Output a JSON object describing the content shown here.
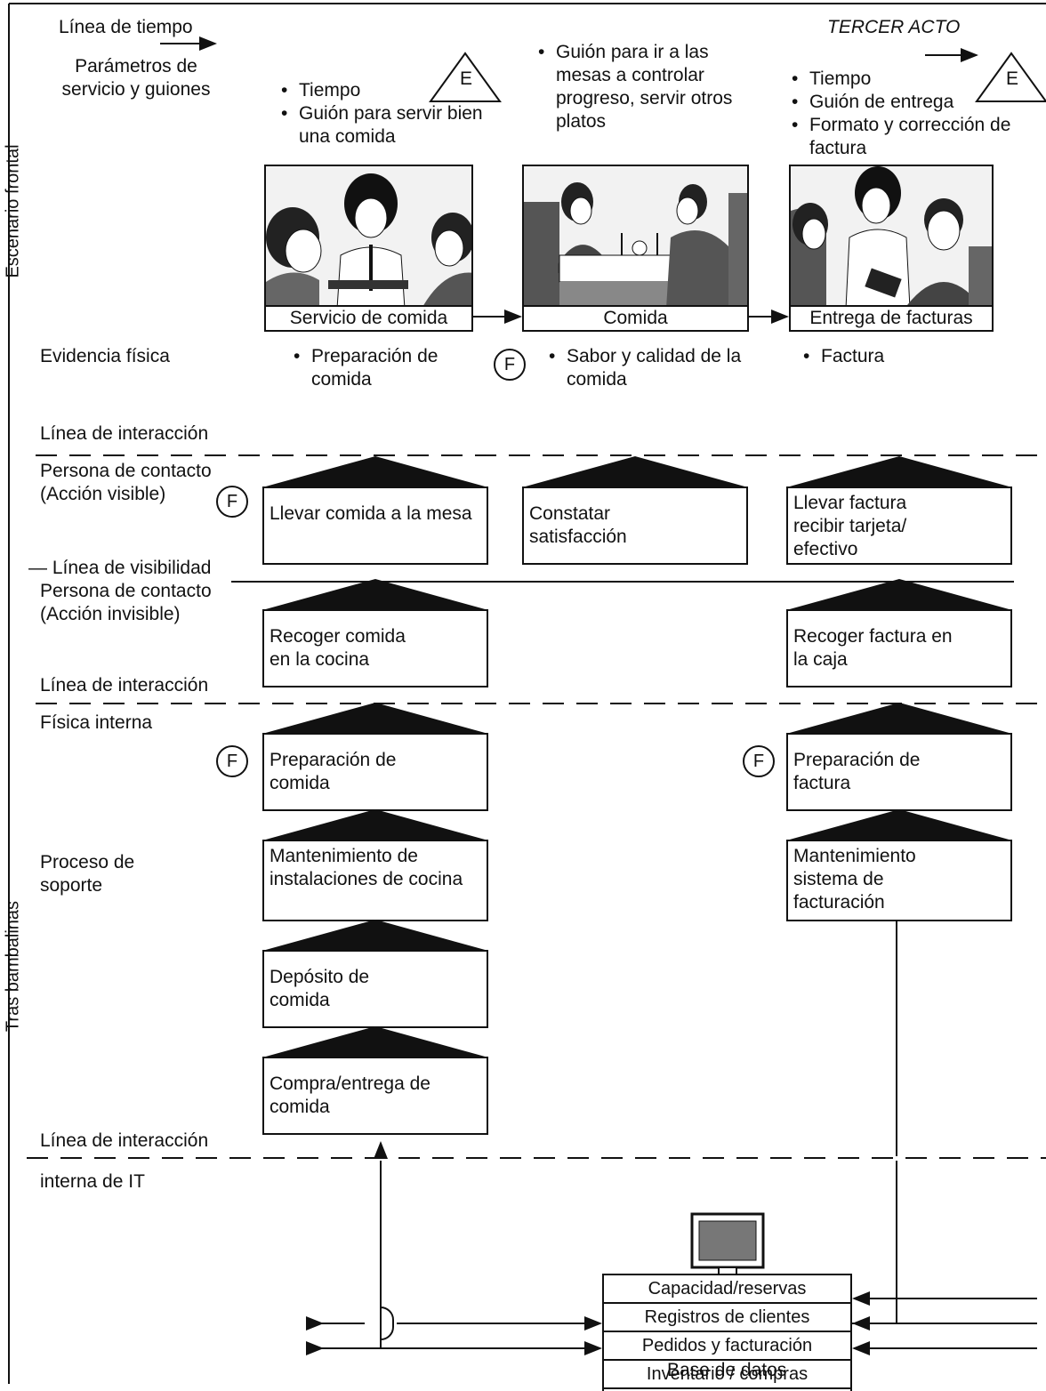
{
  "header": {
    "timeline": "Línea de tiempo",
    "params": "Parámetros de servicio y guiones",
    "act": "TERCER ACTO"
  },
  "side_labels": {
    "front": "Escenario frontal",
    "back": "Tras bambalinas"
  },
  "params_cols": [
    [
      "Tiempo",
      "Guión para servir bien una comida"
    ],
    [
      "Guión para ir a las mesas a controlar progreso, servir otros platos"
    ],
    [
      "Tiempo",
      "Guión de entrega",
      "Formato y corrección de factura"
    ]
  ],
  "markers": {
    "e": "E",
    "f": "F"
  },
  "stages": [
    "Servicio de comida",
    "Comida",
    "Entrega de facturas"
  ],
  "evidence": {
    "label": "Evidencia física",
    "items": [
      "Preparación de comida",
      "Sabor y calidad de la comida",
      "Factura"
    ]
  },
  "row_labels": {
    "interaction1": "Línea de interacción",
    "contact_visible": "Persona de contacto (Acción visible)",
    "visibility": "— Línea de visibilidad",
    "contact_invisible": "Persona de contacto (Acción invisible)",
    "interaction2": "Línea de interacción",
    "internal_physical": "Física interna",
    "support": "Proceso de soporte",
    "interaction3": "Línea de interacción",
    "it": "interna de IT"
  },
  "boxes": {
    "visible1": "Llevar comida a la mesa",
    "visible2": "Constatar satisfacción",
    "visible3": "Llevar factura recibir tarjeta/ efectivo",
    "invisible1": "Recoger comida en la cocina",
    "invisible3": "Recoger factura en la caja",
    "prep1": "Preparación de comida",
    "prep3": "Preparación de factura",
    "maint1": "Mantenimiento de instalaciones de cocina",
    "maint3": "Mantenimiento sistema de facturación",
    "deposit": "Depósito de comida",
    "purchase": "Compra/entrega de comida"
  },
  "database": {
    "rows": [
      "Capacidad/reservas",
      "Registros de clientes",
      "Pedidos y facturación",
      "Inventario / compras"
    ],
    "label": "Base de datos"
  }
}
